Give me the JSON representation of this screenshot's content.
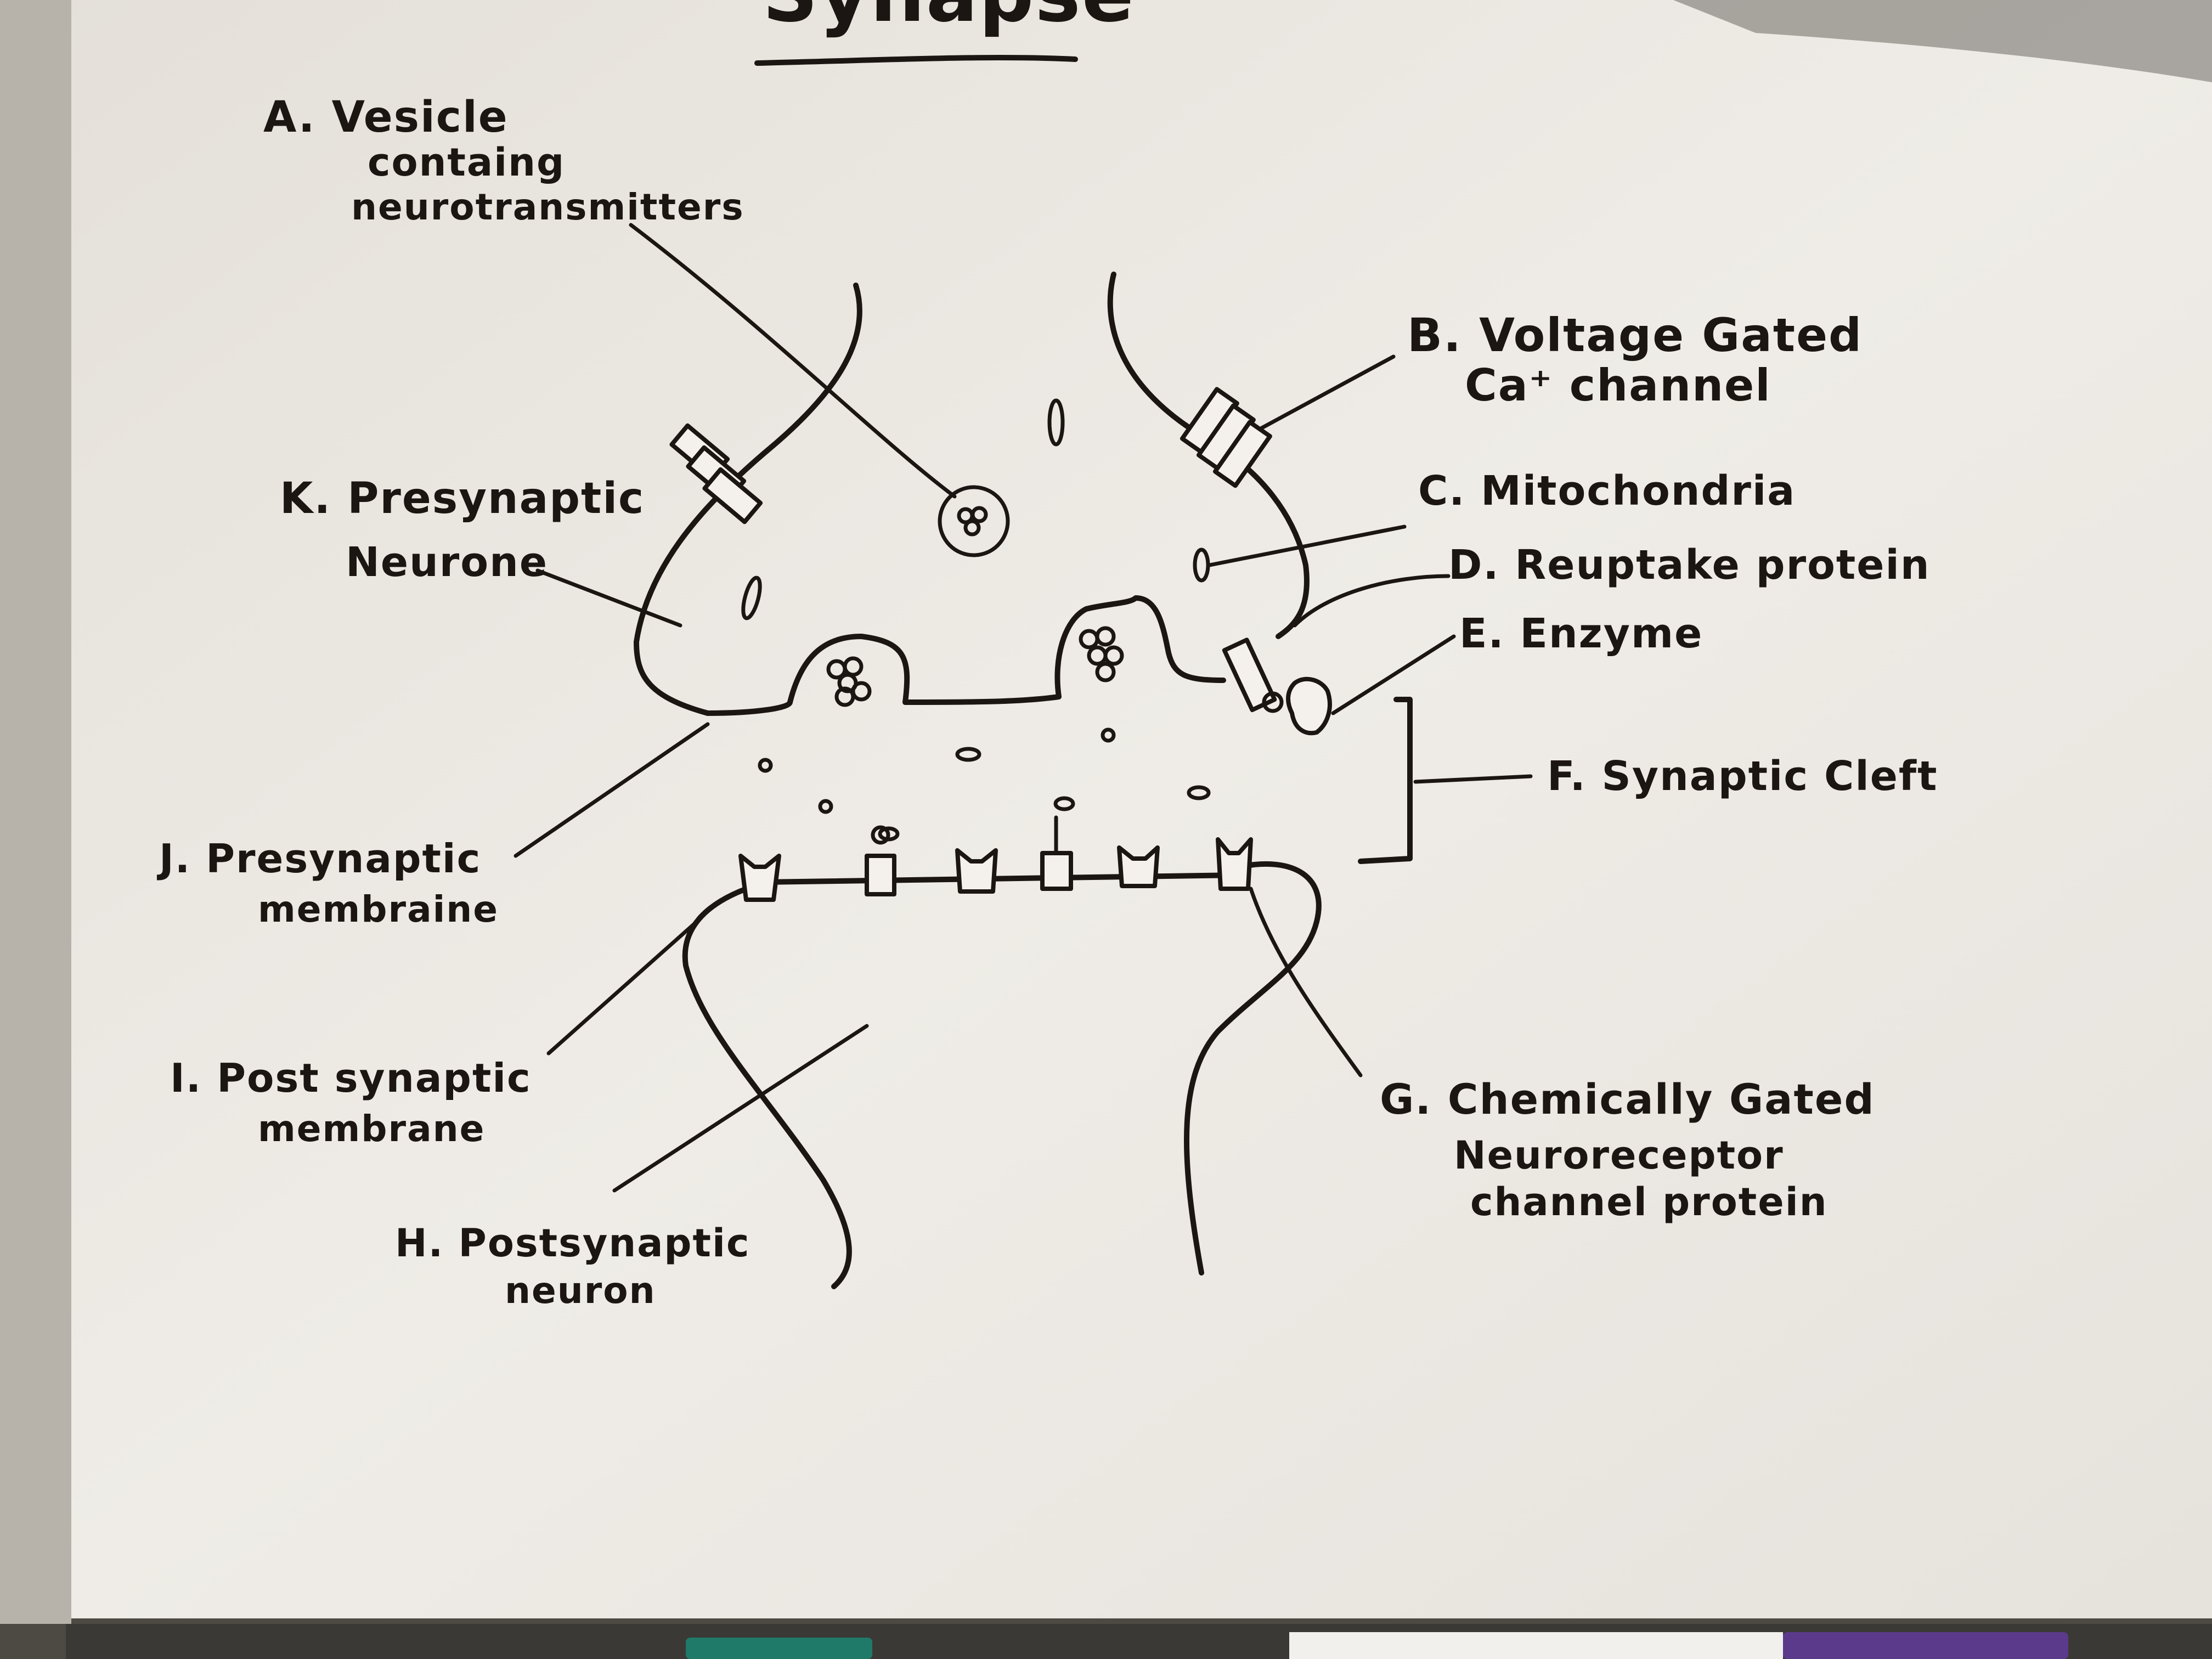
{
  "diagram": {
    "title": "Synapse",
    "labels": {
      "a_line1": "A. Vesicle",
      "a_line2": "containg",
      "a_line3": "neurotransmitters",
      "b_line1": "B. Voltage Gated",
      "b_line2": "Ca⁺ channel",
      "c": "C. Mitochondria",
      "d": "D. Reuptake protein",
      "e": "E. Enzyme",
      "f": "F. Synaptic Cleft",
      "g_line1": "G. Chemically Gated",
      "g_line2": "Neuroreceptor",
      "g_line3": "channel protein",
      "h_line1": "H. Postsynaptic",
      "h_line2": "neuron",
      "i_line1": "I. Post synaptic",
      "i_line2": "membrane",
      "j_line1": "J. Presynaptic",
      "j_line2": "membraine",
      "k_line1": "K. Presynaptic",
      "k_line2": "Neurone"
    }
  },
  "colors": {
    "board": "#ebe8e2",
    "ink": "#1c1612",
    "frame": "#5a5750",
    "marker_green": "#1f7a6a",
    "marker_purple": "#5b3a8c"
  }
}
